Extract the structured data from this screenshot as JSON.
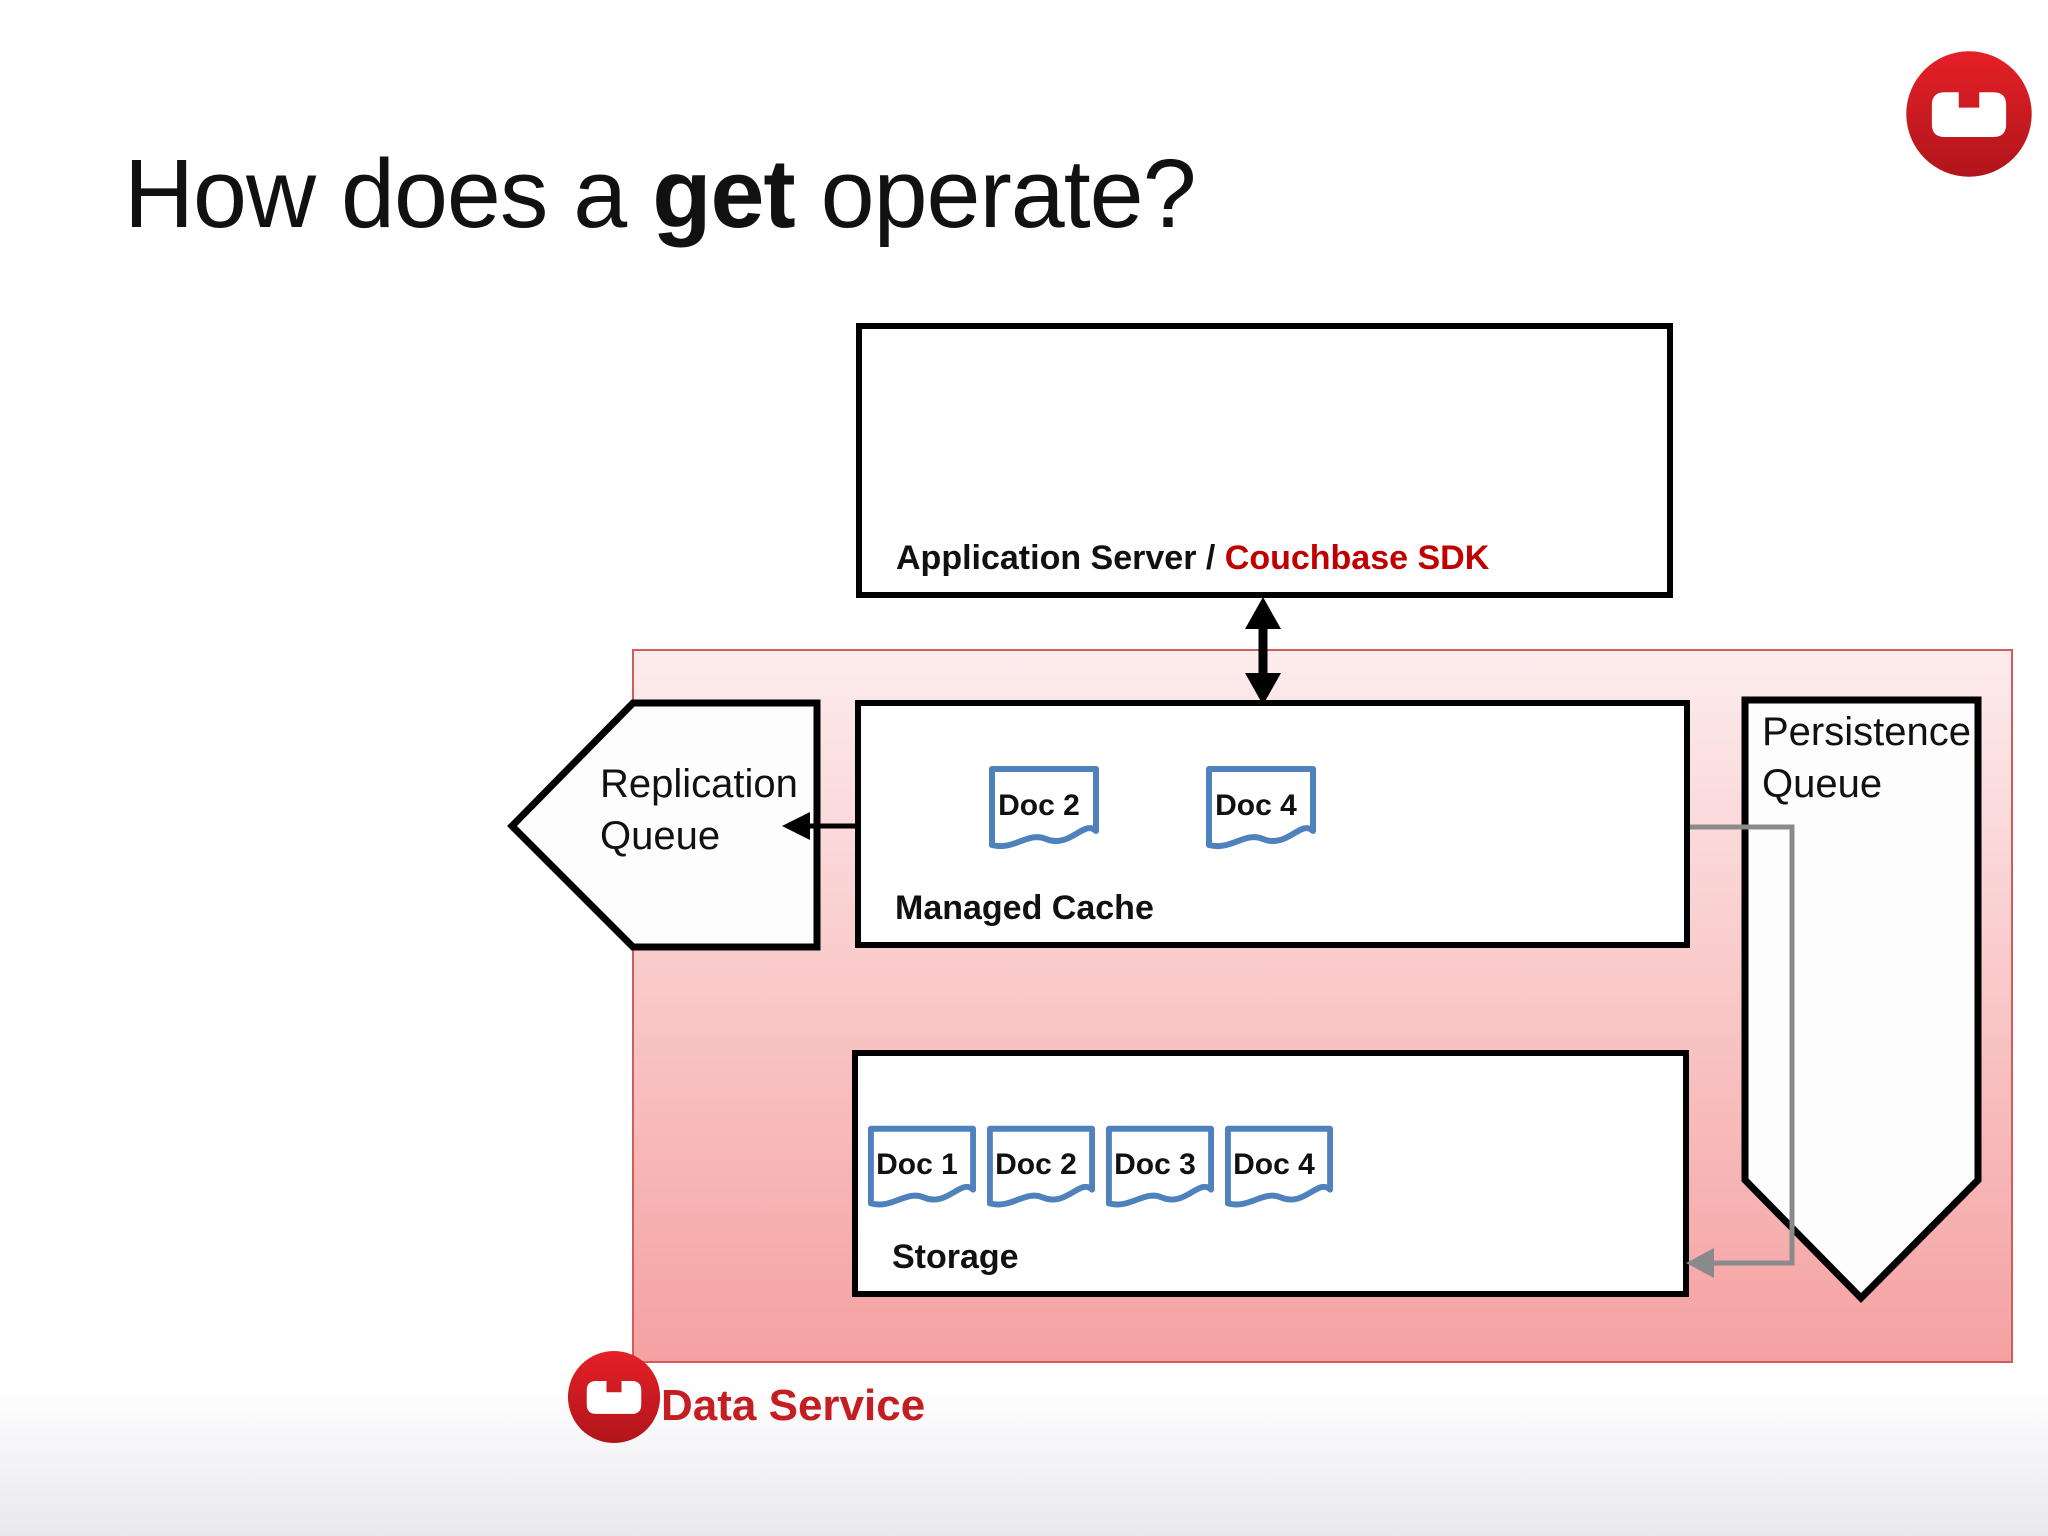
{
  "title": {
    "prefix": "How does a ",
    "emphasis": "get",
    "suffix": " operate?"
  },
  "app_server": {
    "label_prefix": "Application Server / ",
    "label_accent": "Couchbase SDK"
  },
  "replication_queue": {
    "line1": "Replication",
    "line2": "Queue"
  },
  "persistence_queue": {
    "line1": "Persistence",
    "line2": "Queue"
  },
  "managed_cache": {
    "label": "Managed Cache",
    "docs": [
      "Doc 2",
      "Doc 4"
    ]
  },
  "storage": {
    "label": "Storage",
    "docs": [
      "Doc 1",
      "Doc 2",
      "Doc 3",
      "Doc 4"
    ]
  },
  "data_service": {
    "label": "Data Service"
  },
  "icons": {
    "brand": "couchbase-logo",
    "app_link": "bidirectional-vertical-arrow",
    "replication_link": "left-arrow",
    "persistence_link": "gray-elbow-connector-arrow"
  },
  "colors": {
    "ink": "#111111",
    "accent_red": "#c00000",
    "data_service_red": "#c41e22",
    "brand_red": "#dd1f26",
    "brand_red_dark": "#a8121a",
    "panel_pink_top": "#fdeced",
    "panel_pink_bottom": "#f5a1a1",
    "panel_border": "#d05c5c",
    "doc_blue": "#4f81bd",
    "connector_gray": "#8a8a8a"
  }
}
